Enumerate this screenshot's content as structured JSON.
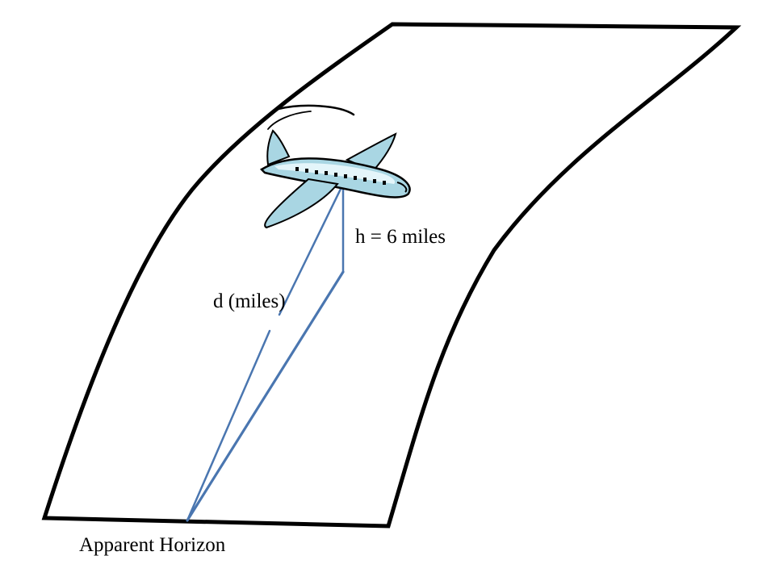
{
  "labels": {
    "height": "h = 6 miles",
    "distance": "d (miles)",
    "horizon": "Apparent Horizon"
  },
  "icons": {
    "airplane": "airplane-icon"
  },
  "colors": {
    "surface_outline": "#000000",
    "sight_lines": "#4a76b0",
    "plane_fill": "#a9d6e3",
    "plane_highlight": "#e4f5fa",
    "plane_outline": "#000000"
  }
}
